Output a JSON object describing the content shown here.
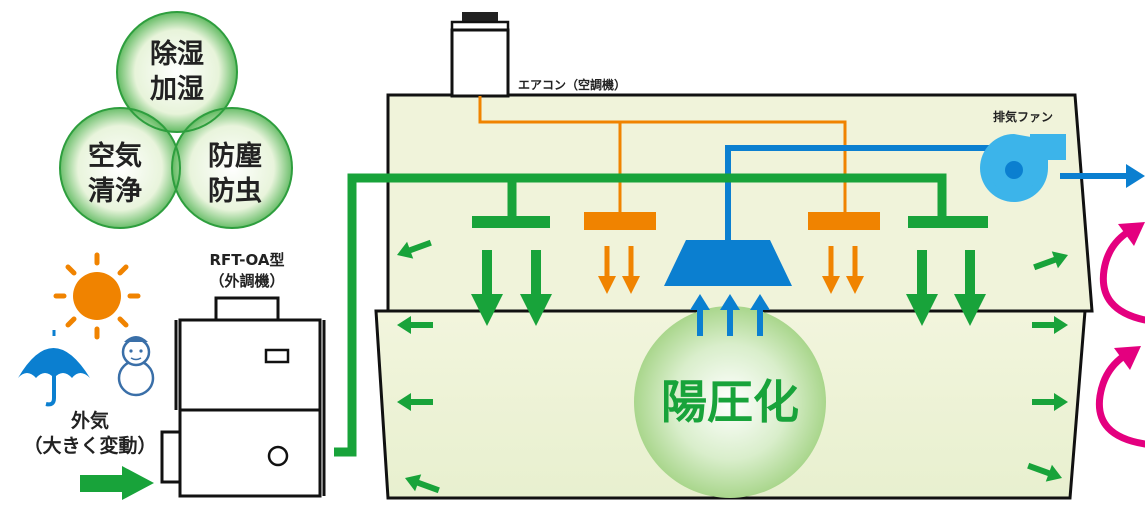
{
  "venn": {
    "top_line1": "除湿",
    "top_line2": "加湿",
    "left_line1": "空気",
    "left_line2": "清浄",
    "right_line1": "防塵",
    "right_line2": "防虫"
  },
  "labels": {
    "aircon": "エアコン（空調機）",
    "exhaust_fan": "排気ファン",
    "unit_model": "RFT-OA型",
    "unit_desc": "（外調機）",
    "outside_air": "外気",
    "outside_air_note": "（大きく変動）",
    "positive_pressure": "陽圧化"
  },
  "colors": {
    "green": "#18a33a",
    "orange": "#f08300",
    "blue": "#0b7fd0",
    "light_blue": "#3cb4ea",
    "magenta": "#e4007f",
    "room_fill": "#eef3d6",
    "sun": "#f08300"
  },
  "icons": [
    "sun-icon",
    "umbrella-icon",
    "snowman-icon",
    "exhaust-fan-icon"
  ]
}
